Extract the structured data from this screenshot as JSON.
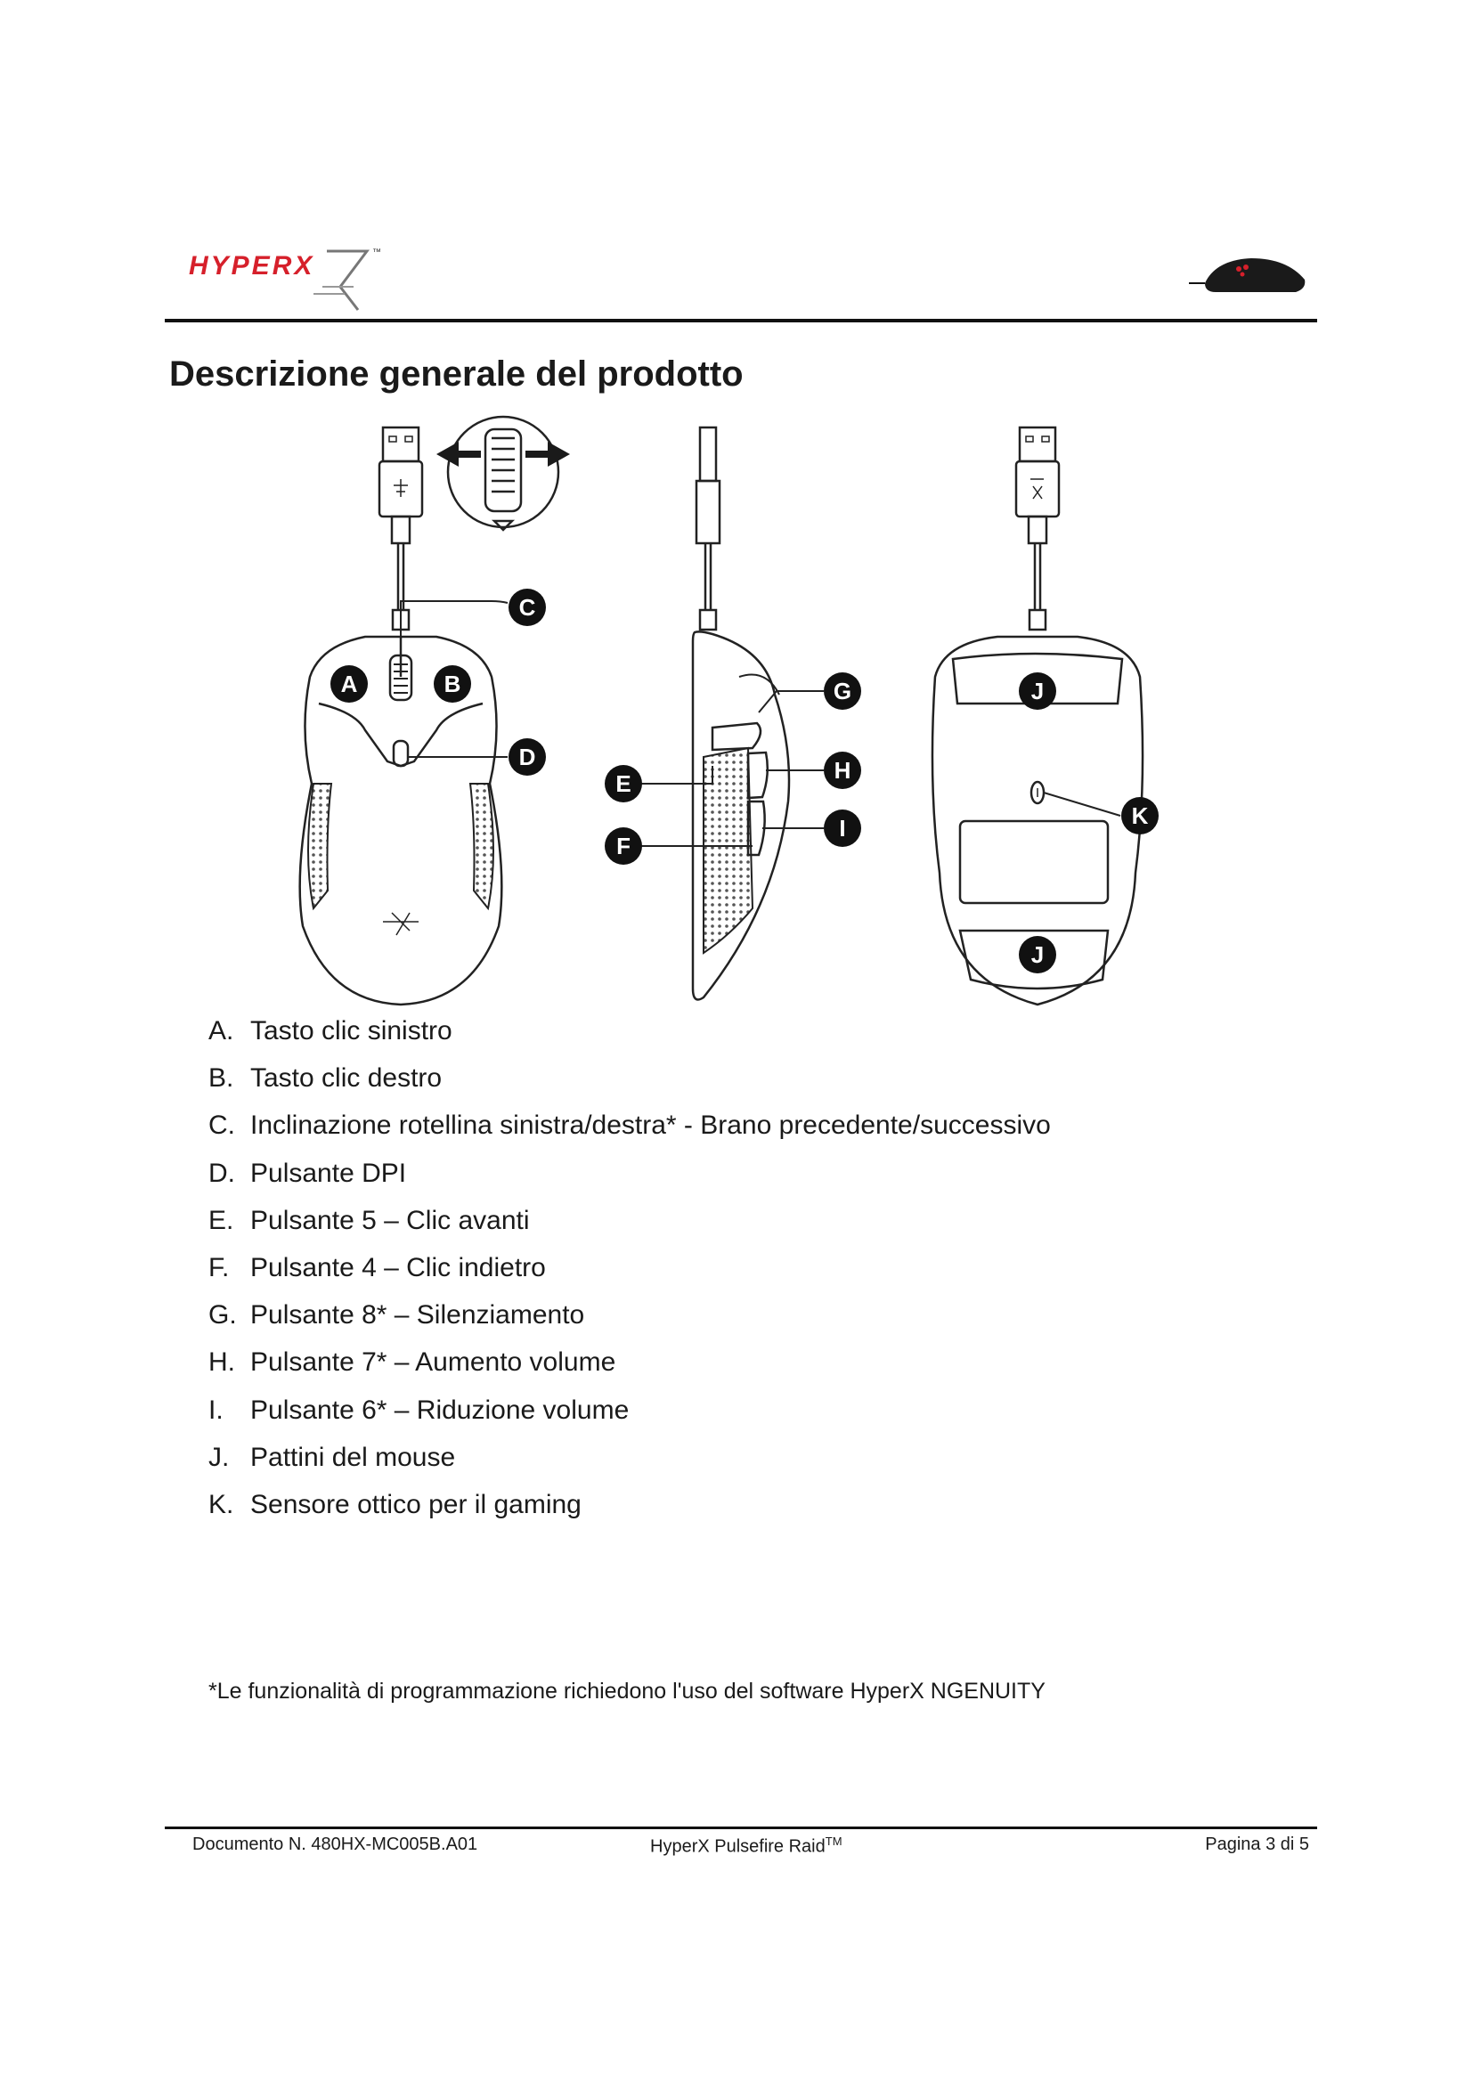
{
  "header": {
    "logo_text": "HYPERX",
    "logo_tm": "™"
  },
  "title": "Descrizione generale del prodotto",
  "diagram": {
    "callouts": [
      "A",
      "B",
      "C",
      "D",
      "E",
      "F",
      "G",
      "H",
      "I",
      "J",
      "J",
      "K"
    ]
  },
  "features": [
    {
      "letter": "A.",
      "text": "Tasto clic sinistro"
    },
    {
      "letter": "B.",
      "text": "Tasto clic destro"
    },
    {
      "letter": "C.",
      "text": "Inclinazione rotellina sinistra/destra* - Brano precedente/successivo"
    },
    {
      "letter": "D.",
      "text": "Pulsante DPI"
    },
    {
      "letter": "E.",
      "text": "Pulsante 5 – Clic avanti"
    },
    {
      "letter": "F.",
      "text": "Pulsante 4 – Clic indietro"
    },
    {
      "letter": "G.",
      "text": "Pulsante 8* – Silenziamento"
    },
    {
      "letter": "H.",
      "text": "Pulsante 7* – Aumento volume"
    },
    {
      "letter": "I.",
      "text": "Pulsante 6* – Riduzione volume"
    },
    {
      "letter": "J.",
      "text": "Pattini del mouse"
    },
    {
      "letter": "K.",
      "text": "Sensore ottico per il gaming"
    }
  ],
  "footnote": "*Le funzionalità di programmazione richiedono l'uso del software HyperX NGENUITY",
  "footer": {
    "doc_number": "Documento N. 480HX-MC005B.A01",
    "product": "HyperX Pulsefire Raid",
    "product_tm": "TM",
    "page": "Pagina 3 di 5"
  },
  "colors": {
    "brand_red": "#d6202b",
    "text": "#1a1a1a"
  }
}
